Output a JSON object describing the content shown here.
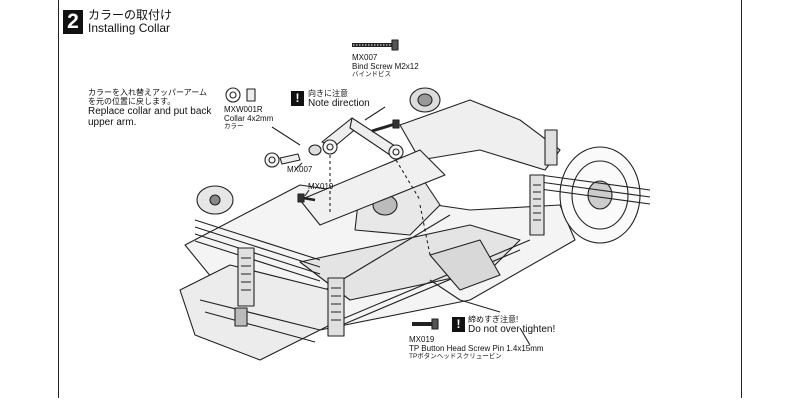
{
  "step": {
    "number": "2",
    "title_jp": "カラーの取付け",
    "title_en": "Installing Collar"
  },
  "notes": {
    "replace_jp_line1": "カラーを入れ替えアッパーアーム",
    "replace_jp_line2": "を元の位置に戻します。",
    "replace_en_line1": "Replace collar and put back",
    "replace_en_line2": "upper arm."
  },
  "parts": {
    "bind_screw": {
      "code": "MX007",
      "name_en": "Bind Screw M2x12",
      "name_jp": "バインドビス"
    },
    "collar": {
      "code": "MXW001R",
      "name_en": "Collar 4x2mm",
      "name_jp": "カラー"
    },
    "tp_screw": {
      "code": "MX019",
      "name_en": "TP Button Head Screw Pin 1.4x15mm",
      "name_jp": "TPボタンヘッドスクリュービン"
    }
  },
  "callouts": {
    "mx007": "MX007",
    "mx019": "MX019"
  },
  "warnings": {
    "direction_jp": "向きに注意",
    "direction_en": "Note direction",
    "tighten_jp": "締めすぎ注意!",
    "tighten_en": "Do not over tighten!"
  }
}
